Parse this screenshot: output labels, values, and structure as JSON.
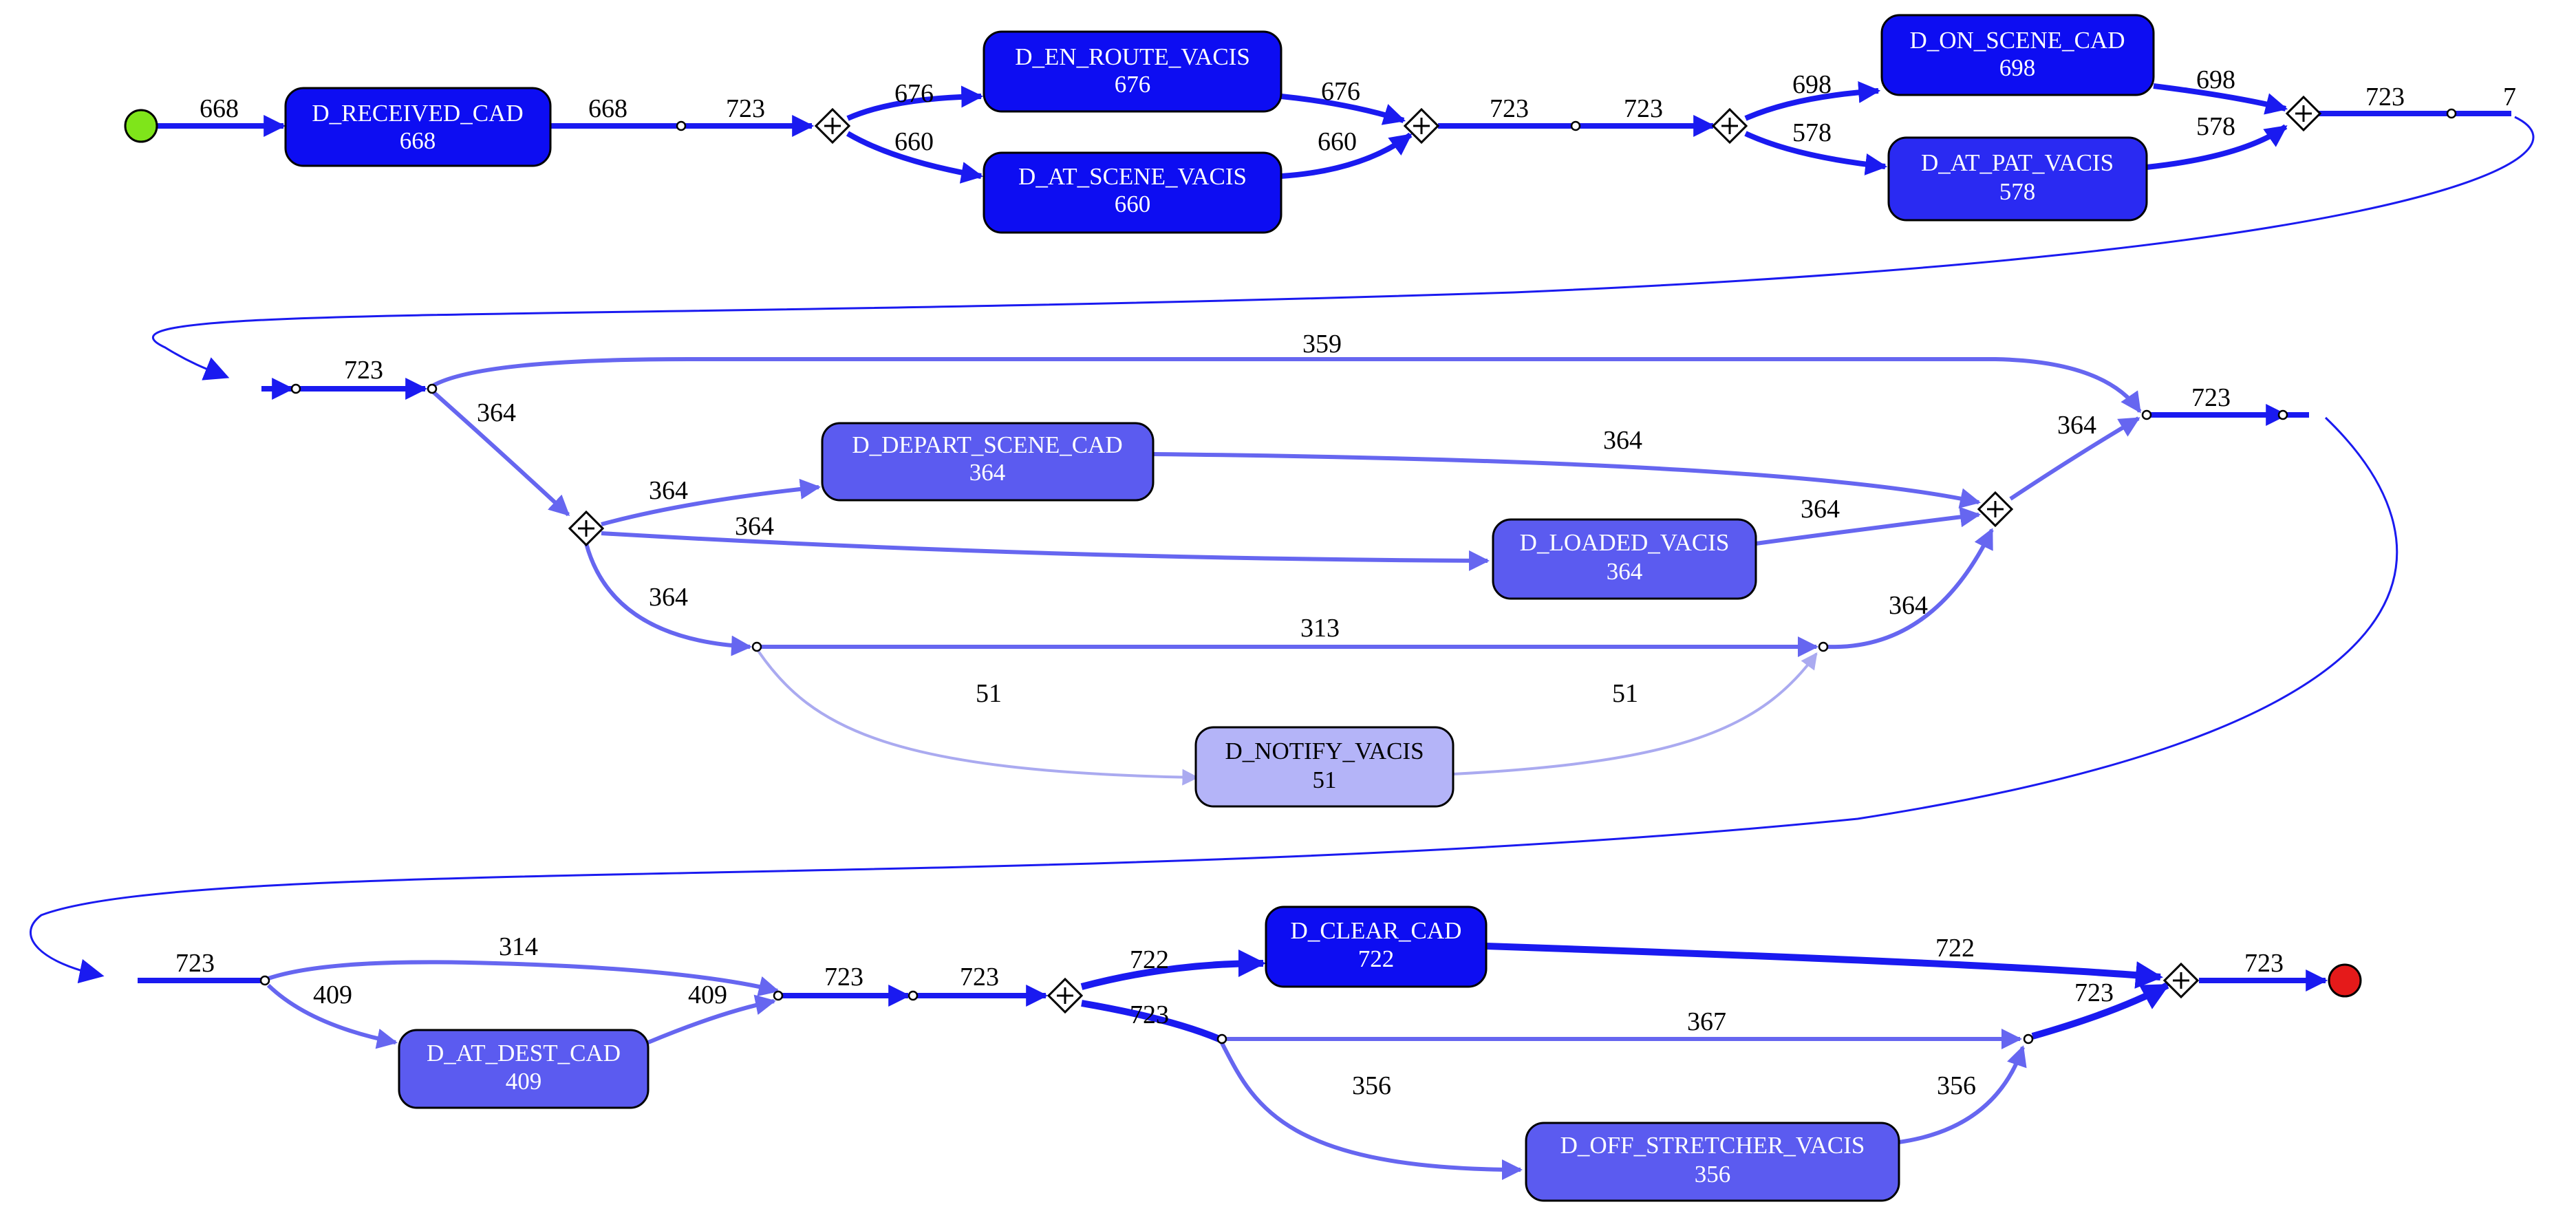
{
  "colors": {
    "strong": "#1a1af0",
    "medium": "#6666f0",
    "light": "#aaaaf0",
    "node_strong": "#0d0df2",
    "node_medium": "#5b5bf0",
    "node_light": "#b4b4f8",
    "start": "#7fe51a",
    "end": "#e51a1a",
    "stroke": "#000000"
  },
  "nodes": {
    "received_cad": {
      "name": "D_RECEIVED_CAD",
      "count": "668"
    },
    "en_route_vacis": {
      "name": "D_EN_ROUTE_VACIS",
      "count": "676"
    },
    "at_scene_vacis": {
      "name": "D_AT_SCENE_VACIS",
      "count": "660"
    },
    "on_scene_cad": {
      "name": "D_ON_SCENE_CAD",
      "count": "698"
    },
    "at_pat_vacis": {
      "name": "D_AT_PAT_VACIS",
      "count": "578"
    },
    "depart_scene_cad": {
      "name": "D_DEPART_SCENE_CAD",
      "count": "364"
    },
    "loaded_vacis": {
      "name": "D_LOADED_VACIS",
      "count": "364"
    },
    "notify_vacis": {
      "name": "D_NOTIFY_VACIS",
      "count": "51"
    },
    "at_dest_cad": {
      "name": "D_AT_DEST_CAD",
      "count": "409"
    },
    "clear_cad": {
      "name": "D_CLEAR_CAD",
      "count": "722"
    },
    "off_stretcher_vacis": {
      "name": "D_OFF_STRETCHER_VACIS",
      "count": "356"
    }
  },
  "edge_labels": {
    "r1_start_received": "668",
    "r1_received_out": "668",
    "r1_to_split1": "723",
    "r1_split1_enroute": "676",
    "r1_split1_atscene": "660",
    "r1_enroute_join": "676",
    "r1_atscene_join": "660",
    "r1_join_out": "723",
    "r1_to_split2": "723",
    "r1_split2_onscene": "698",
    "r1_split2_atpat": "578",
    "r1_onscene_join": "698",
    "r1_atpat_join": "578",
    "r1_join2_out": "723",
    "r1_cut": "7",
    "r2_in": "723",
    "r2_skip": "359",
    "r2_to_split": "364",
    "r2_split_depart": "364",
    "r2_split_loaded": "364",
    "r2_split_down": "364",
    "r2_depart_join": "364",
    "r2_loaded_join": "364",
    "r2_mid": "313",
    "r2_to_notify": "51",
    "r2_from_notify": "51",
    "r2_up_join": "364",
    "r2_join_out": "364",
    "r2_out": "723",
    "r3_in": "723",
    "r3_skip": "314",
    "r3_to_dest": "409",
    "r3_from_dest": "409",
    "r3_mid": "723",
    "r3_to_split": "723",
    "r3_split_clear": "722",
    "r3_split_down": "723",
    "r3_clear_join": "722",
    "r3_mid2": "367",
    "r3_to_off": "356",
    "r3_from_off": "356",
    "r3_up_join": "723",
    "r3_end": "723"
  }
}
